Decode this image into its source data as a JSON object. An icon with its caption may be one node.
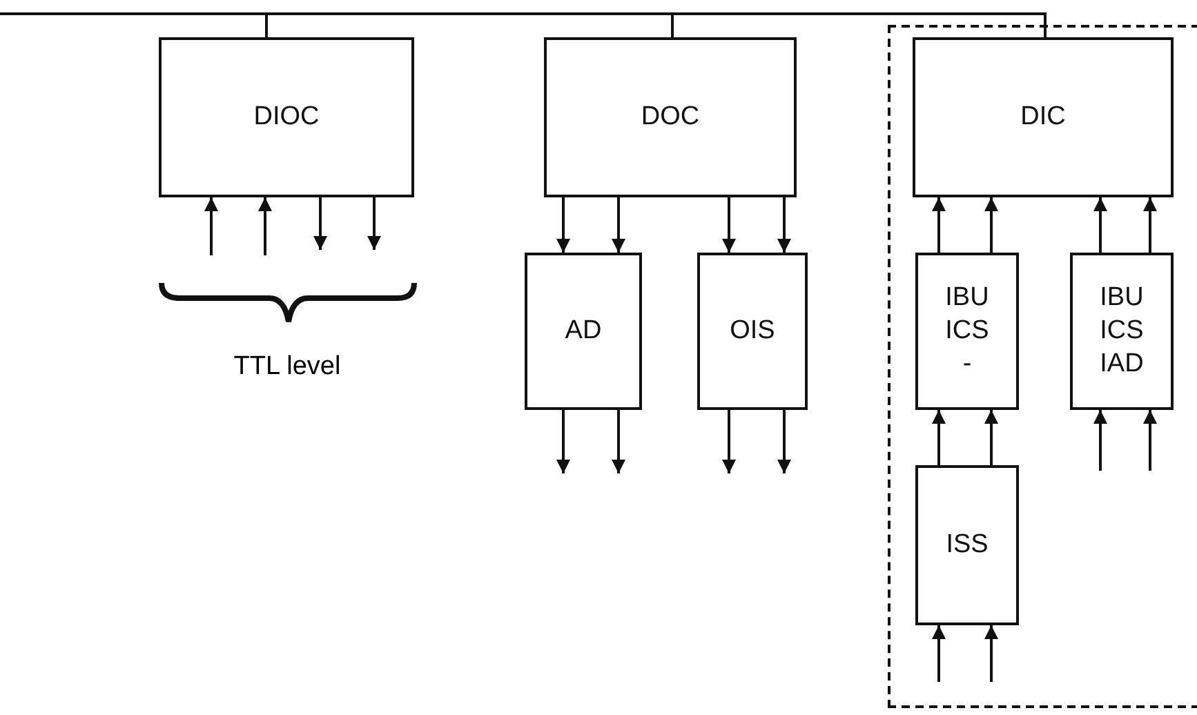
{
  "diagram": {
    "nodes": [
      {
        "text": [
          "DIOC"
        ]
      },
      {
        "text": [
          "DOC"
        ]
      },
      {
        "text": [],
        "shape": "box"
      },
      {
        "text": [
          "DIC"
        ],
        "in": 2
      },
      {
        "text": [
          "AD"
        ]
      },
      {
        "text": [
          "OIS"
        ]
      },
      {
        "text": [
          "IBU ICS -"
        ],
        "in": 2
      },
      {
        "text": [
          "IBU ICS IAD"
        ],
        "in": 2
      },
      {
        "text": [
          "ISS"
        ],
        "in": 2
      }
    ],
    "edges": [
      {
        "from": null,
        "to": 0,
        "arrow": "none"
      },
      {
        "from": null,
        "to": 1,
        "arrow": "none"
      },
      {
        "from": null,
        "to": 3,
        "arrow": "none"
      },
      {
        "from": null,
        "to": 0,
        "arrow": "to"
      },
      {
        "from": null,
        "to": 0,
        "arrow": "to"
      },
      {
        "from": 0,
        "to": null,
        "arrow": "to"
      },
      {
        "from": 0,
        "to": null,
        "arrow": "to"
      },
      {
        "from": 1,
        "to": 4,
        "arrow": "to"
      },
      {
        "from": 1,
        "to": 4,
        "arrow": "to"
      },
      {
        "from": 1,
        "to": 5,
        "arrow": "to"
      },
      {
        "from": 1,
        "to": 5,
        "arrow": "to"
      },
      {
        "from": 4,
        "to": null,
        "arrow": "to"
      },
      {
        "from": 4,
        "to": null,
        "arrow": "to"
      },
      {
        "from": 5,
        "to": null,
        "arrow": "to"
      },
      {
        "from": 5,
        "to": null,
        "arrow": "to"
      },
      {
        "from": 6,
        "to": 3,
        "arrow": "to"
      },
      {
        "from": 6,
        "to": 3,
        "arrow": "to"
      },
      {
        "from": 7,
        "to": 3,
        "arrow": "to"
      },
      {
        "from": 7,
        "to": 3,
        "arrow": "to"
      },
      {
        "from": null,
        "to": 7,
        "arrow": "to"
      },
      {
        "from": null,
        "to": 7,
        "arrow": "to"
      },
      {
        "from": 8,
        "to": 6,
        "arrow": "to"
      },
      {
        "from": 8,
        "to": 6,
        "arrow": "to"
      },
      {
        "from": null,
        "to": 8,
        "arrow": "to"
      },
      {
        "from": null,
        "to": 8,
        "arrow": "to"
      }
    ],
    "labels": [
      "TTL level"
    ]
  }
}
